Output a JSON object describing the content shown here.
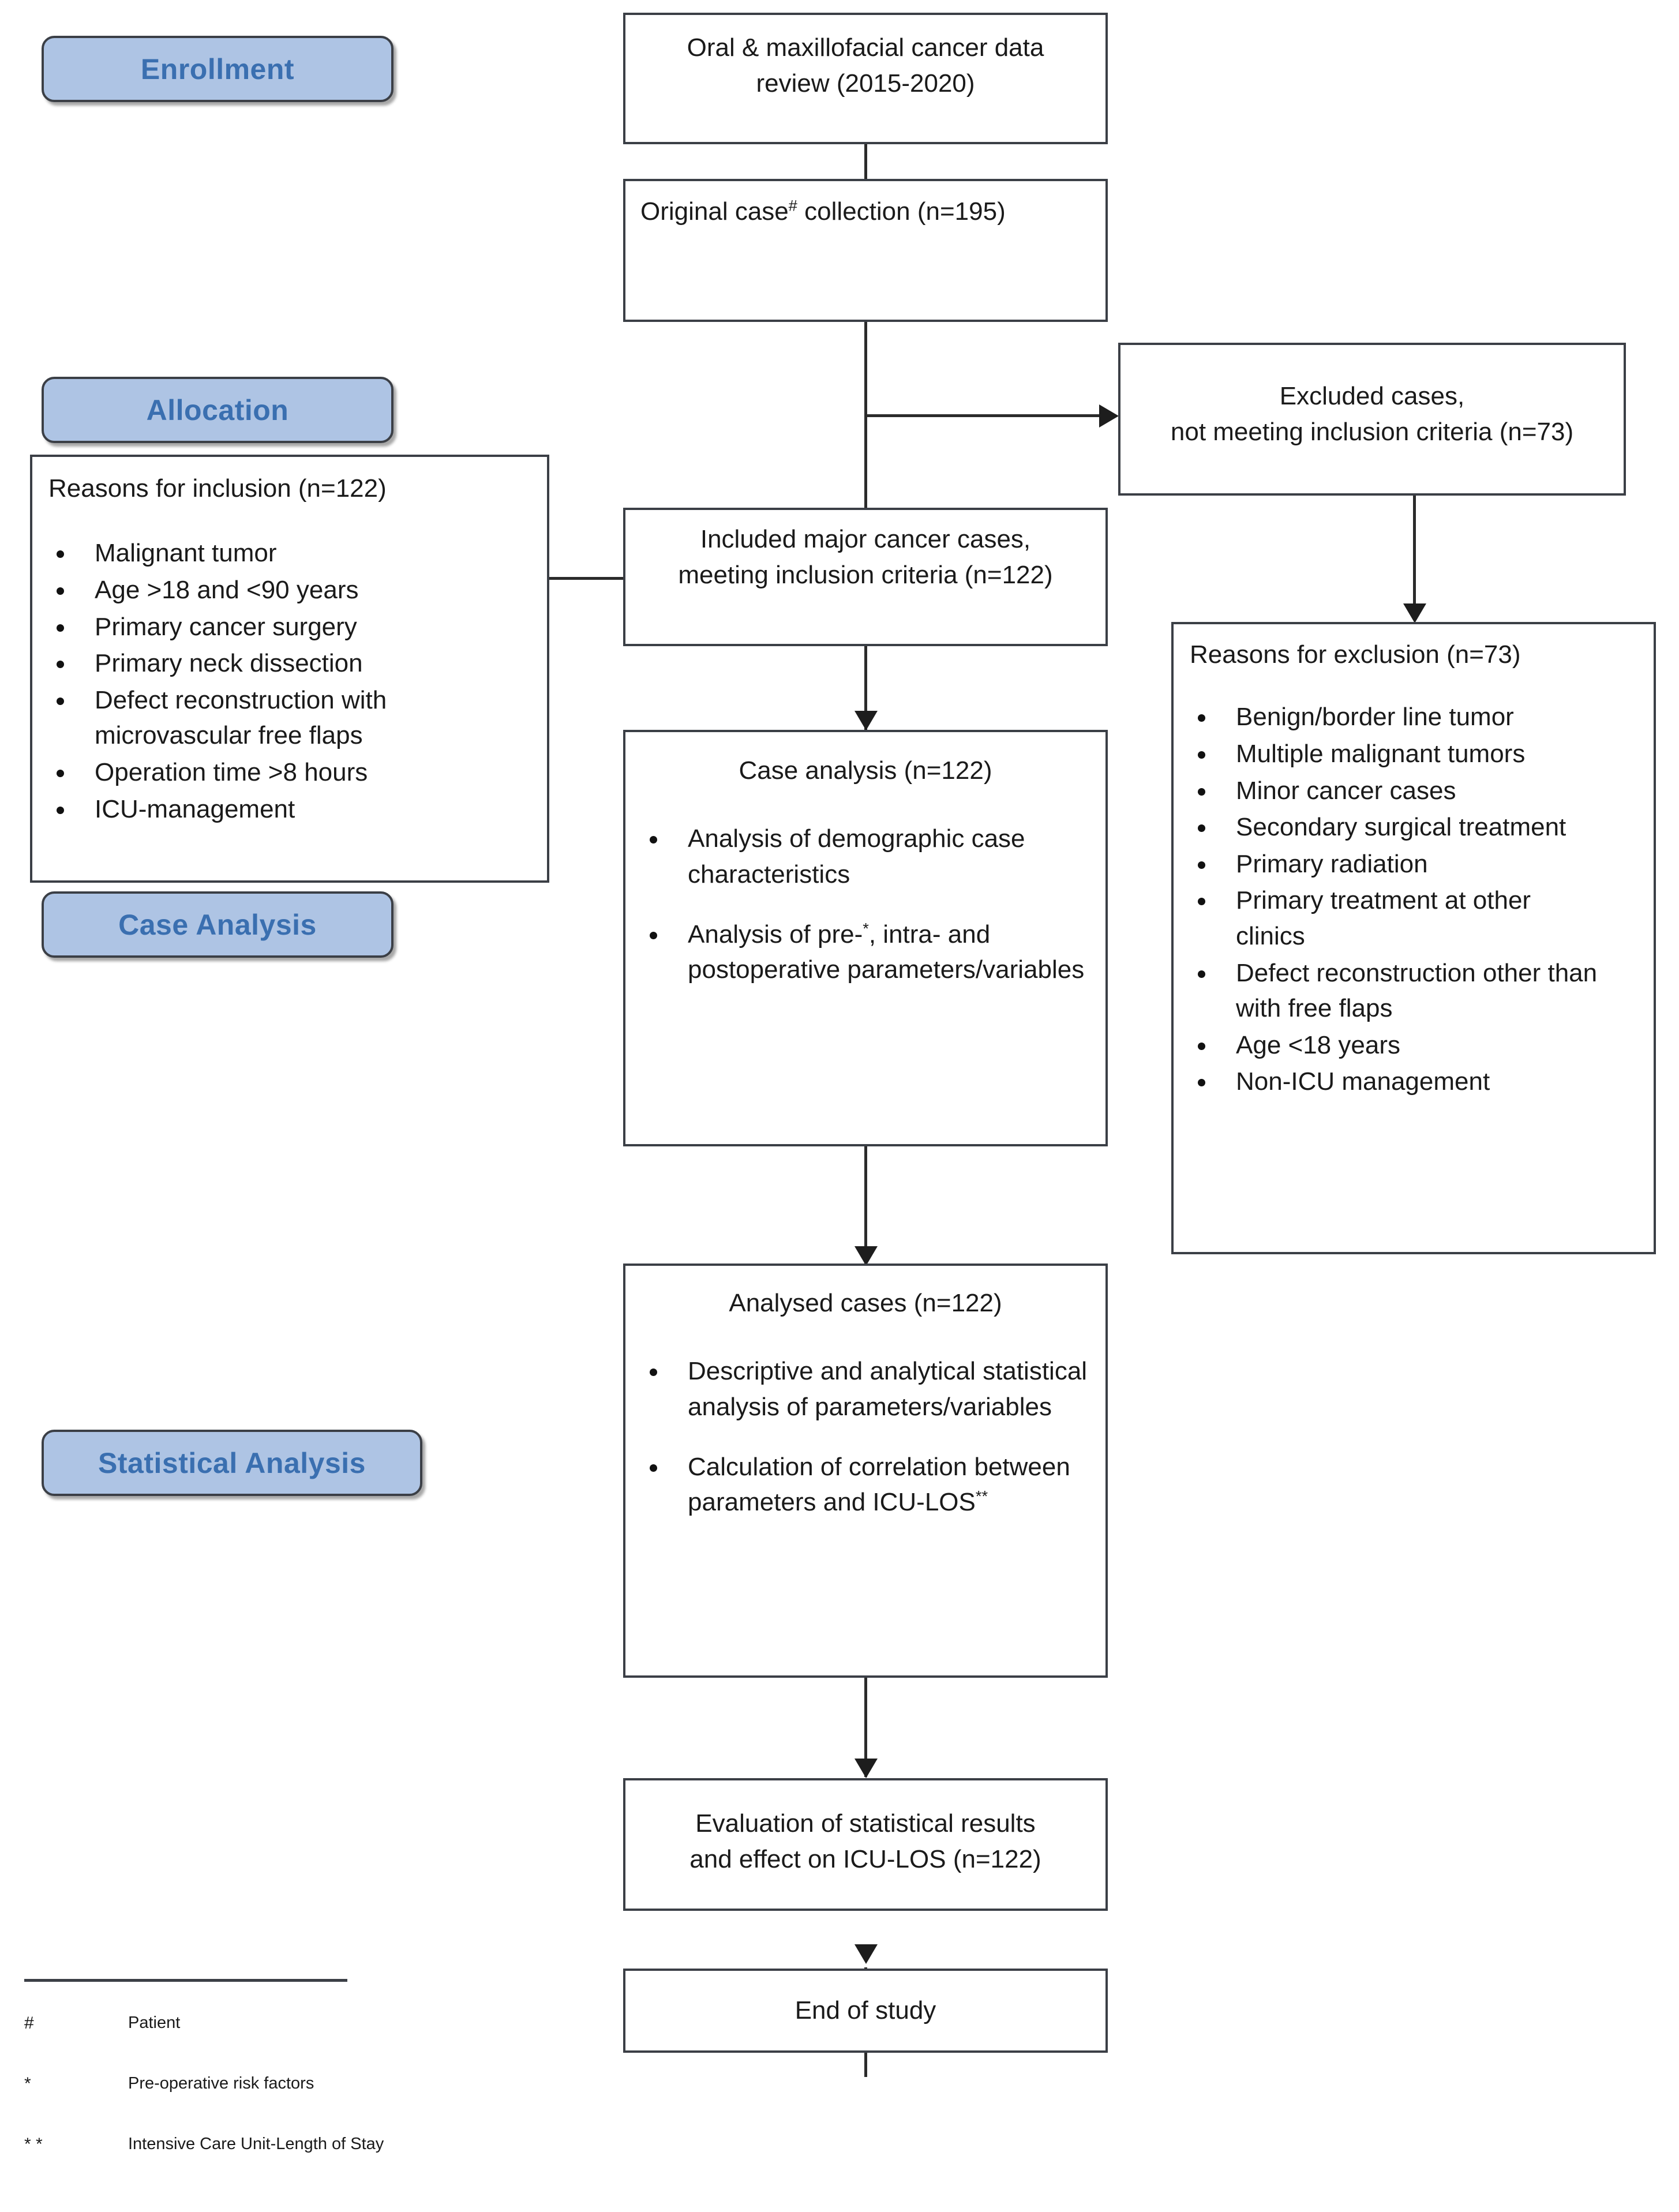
{
  "diagram": {
    "title": "Study flow diagram (CONSORT-style)",
    "accent_blue_fill": "#AEC4E4",
    "accent_blue_text": "#3A6FB0",
    "line_color": "#2B2B2B"
  },
  "stages": [
    {
      "id": "enrollment",
      "label": "Enrollment"
    },
    {
      "id": "allocation",
      "label": "Allocation"
    },
    {
      "id": "case-analysis",
      "label": "Case Analysis"
    },
    {
      "id": "statistical-analysis",
      "label": "Statistical Analysis"
    }
  ],
  "boxes": {
    "data_review": {
      "line1": "Oral & maxillofacial cancer data",
      "line2": "review (2015-2020)"
    },
    "original_collection": {
      "text_before": "Original case",
      "superscript": "#",
      "text_after": " collection (n=195)"
    },
    "excluded_cases": {
      "line1": "Excluded cases,",
      "line2": "not meeting inclusion criteria (n=73)"
    },
    "reasons_inclusion": {
      "heading": "Reasons for inclusion (n=122)",
      "items": [
        "Malignant tumor",
        "Age >18 and <90 years",
        "Primary cancer surgery",
        "Primary neck dissection",
        "Defect reconstruction with microvascular free flaps",
        "Operation time >8 hours",
        "ICU-management"
      ]
    },
    "reasons_exclusion": {
      "heading": "Reasons for exclusion (n=73)",
      "items": [
        "Benign/border line tumor",
        "Multiple malignant tumors",
        "Minor cancer cases",
        "Secondary surgical treatment",
        "Primary radiation",
        "Primary treatment at other clinics",
        "Defect reconstruction other than with free flaps",
        "Age <18 years",
        "Non-ICU management"
      ]
    },
    "included_cases": {
      "line1": "Included major cancer cases,",
      "line2": "meeting inclusion criteria (n=122)"
    },
    "case_analysis": {
      "heading": "Case analysis (n=122)",
      "item1": "Analysis of demographic case characteristics",
      "item2_before": "Analysis of pre-",
      "item2_sup": "*",
      "item2_after": ", intra- and postoperative parameters/variables"
    },
    "analysed_cases": {
      "heading": "Analysed cases (n=122)",
      "item1": "Descriptive and analytical statistical analysis of parameters/variables",
      "item2_before": "Calculation of correlation between parameters and ICU-LOS",
      "item2_sup": "**"
    },
    "evaluation": {
      "line1": "Evaluation of statistical results",
      "line2": "and effect on ICU-LOS (n=122)"
    },
    "end_of_study": {
      "text": "End of study"
    }
  },
  "footnotes": [
    {
      "mark": "#",
      "text": "Patient"
    },
    {
      "mark": "*",
      "text": "Pre-operative risk factors"
    },
    {
      "mark": "* *",
      "text": "Intensive Care Unit-Length of Stay"
    }
  ]
}
